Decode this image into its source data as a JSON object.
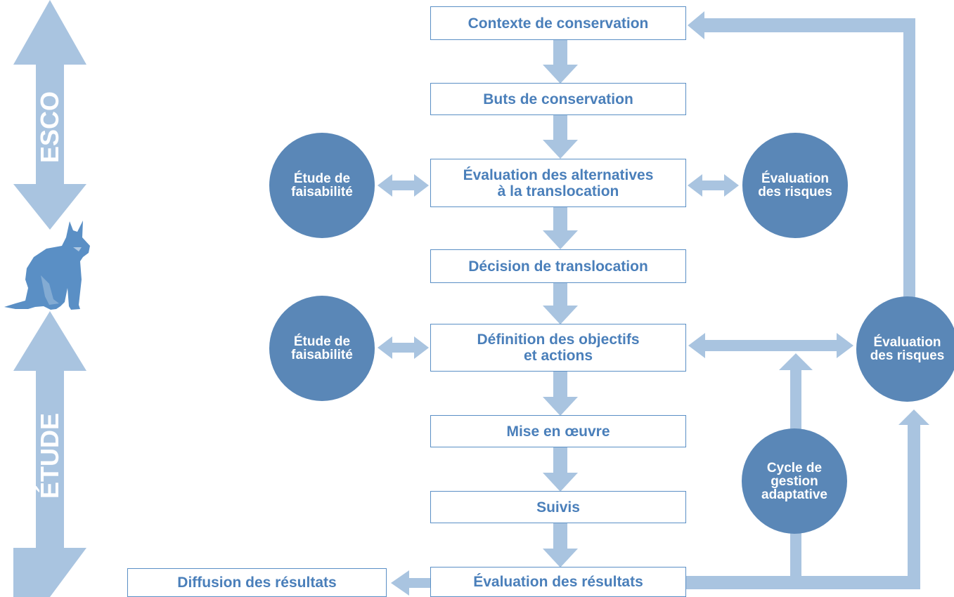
{
  "colors": {
    "arrow": "#a9c4e0",
    "box_border": "#5a8fc5",
    "box_text": "#4a7fba",
    "circle_fill": "#5a87b7",
    "circle_text": "#ffffff",
    "lynx": "#5a8fc5"
  },
  "side_labels": {
    "top": "ESCO",
    "bottom": "ÉTUDE"
  },
  "icons": {
    "lynx": "lynx-icon"
  },
  "steps": {
    "contexte": "Contexte de conservation",
    "buts": "Buts de conservation",
    "alternatives": "Évaluation des alternatives\nà la translocation",
    "decision": "Décision de translocation",
    "definition": "Définition des objectifs\net actions",
    "mise_en_oeuvre": "Mise en œuvre",
    "suivis": "Suivis",
    "evaluation_resultats": "Évaluation des résultats",
    "diffusion": "Diffusion des résultats"
  },
  "circles": {
    "faisabilite_1": "Étude de\nfaisabilité",
    "risques_1": "Évaluation\ndes risques",
    "faisabilite_2": "Étude de\nfaisabilité",
    "risques_2": "Évaluation\ndes risques",
    "cycle": "Cycle de\ngestion\nadaptative"
  }
}
